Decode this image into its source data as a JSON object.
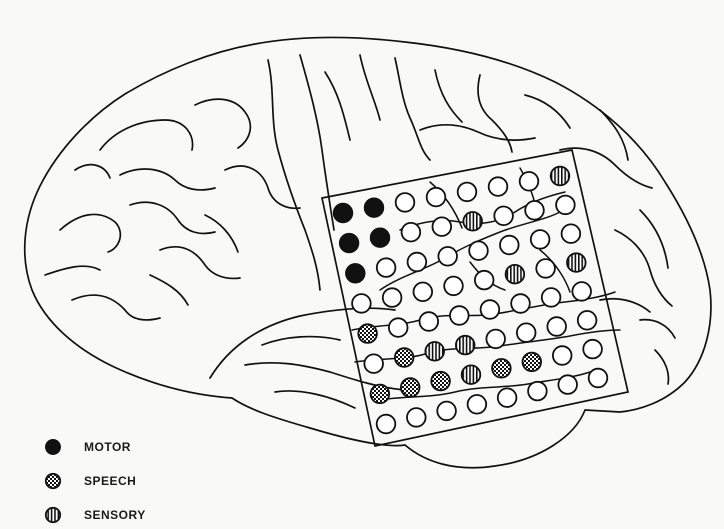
{
  "legend": [
    {
      "key": "motor",
      "label": "MOTOR"
    },
    {
      "key": "speech",
      "label": "SPEECH"
    },
    {
      "key": "sensory",
      "label": "SENSORY"
    }
  ],
  "electrode_grid": {
    "rows": 8,
    "cols": 8,
    "cells": [
      [
        "motor",
        "motor",
        "none",
        "none",
        "none",
        "none",
        "none",
        "sensory"
      ],
      [
        "motor",
        "motor",
        "none",
        "none",
        "sensory",
        "none",
        "none",
        "none"
      ],
      [
        "motor",
        "none",
        "none",
        "none",
        "none",
        "none",
        "none",
        "none"
      ],
      [
        "none",
        "none",
        "none",
        "none",
        "none",
        "sensory",
        "none",
        "sensory"
      ],
      [
        "speech",
        "none",
        "none",
        "none",
        "none",
        "none",
        "none",
        "none"
      ],
      [
        "none",
        "speech",
        "sensory",
        "sensory",
        "none",
        "none",
        "none",
        "none"
      ],
      [
        "speech",
        "speech",
        "speech",
        "sensory",
        "speech",
        "speech",
        "none",
        "none"
      ],
      [
        "none",
        "none",
        "none",
        "none",
        "none",
        "none",
        "none",
        "none"
      ]
    ]
  },
  "colors": {
    "ink": "#111111",
    "paper": "#f9f9f7"
  }
}
